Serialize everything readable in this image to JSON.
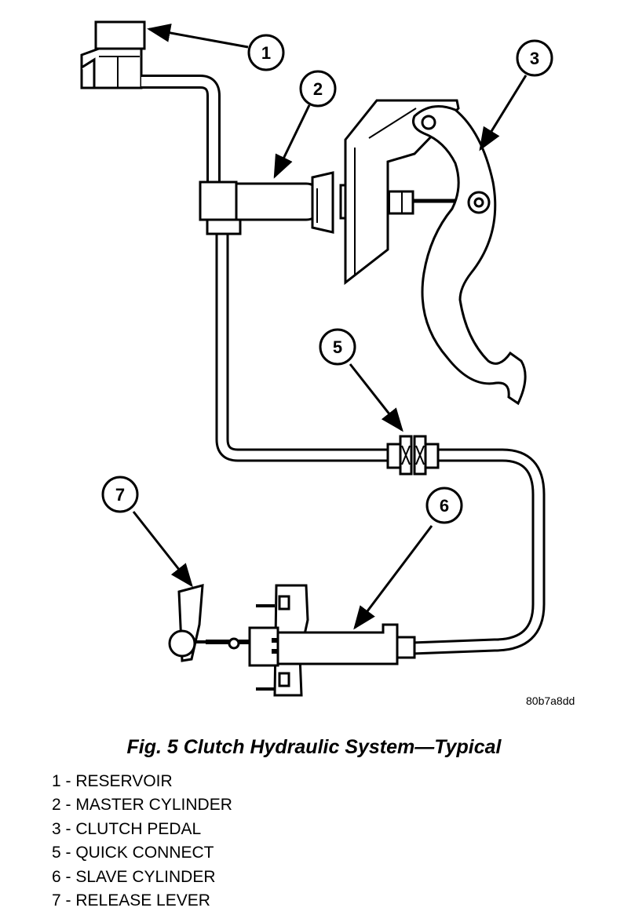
{
  "figure_id": "80b7a8dd",
  "caption": "Fig. 5 Clutch Hydraulic System—Typical",
  "callouts": [
    "1",
    "2",
    "3",
    "5",
    "6",
    "7"
  ],
  "legend": [
    "1 - RESERVOIR",
    "2 - MASTER CYLINDER",
    "3 - CLUTCH PEDAL",
    "5 - QUICK CONNECT",
    "6 - SLAVE CYLINDER",
    "7 - RELEASE LEVER"
  ]
}
